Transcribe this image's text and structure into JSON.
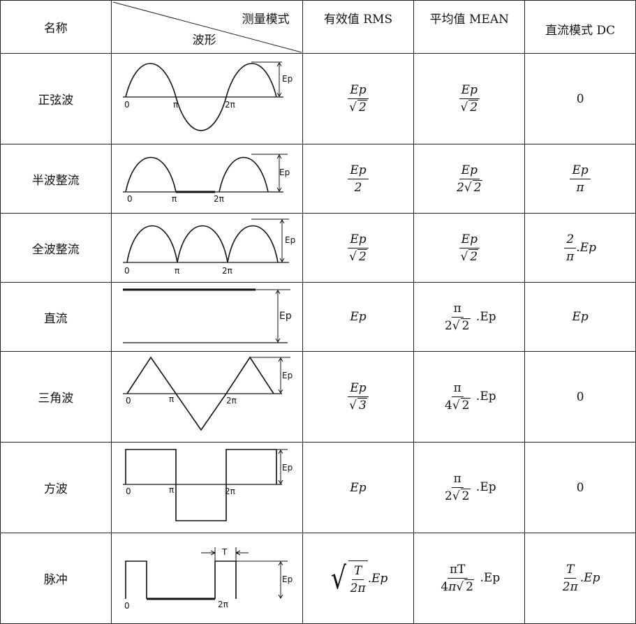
{
  "header": {
    "measure_mode": "测量模式",
    "waveform": "波形",
    "name": "名称",
    "rms": "有效值 RMS",
    "mean": "平均值 MEAN",
    "dc": "直流模式 DC"
  },
  "rows": [
    {
      "name": "正弦波"
    },
    {
      "name": "半波整流"
    },
    {
      "name": "全波整流"
    },
    {
      "name": "直流"
    },
    {
      "name": "三角波"
    },
    {
      "name": "方波"
    },
    {
      "name": "脉冲"
    }
  ],
  "labels": {
    "ep": "Ep",
    "ep_plain": "Ep",
    "pi": "π",
    "two_pi": "2π",
    "zero": "0",
    "T": "T",
    "pi_T": "πT",
    "two": "2",
    "three": "3",
    "four": "4",
    "dot": ".",
    "sqrt": "√"
  }
}
